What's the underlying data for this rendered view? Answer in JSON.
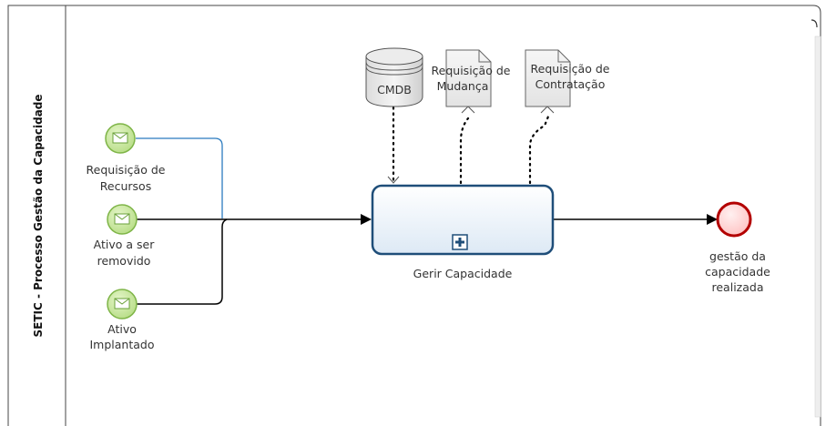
{
  "pool": {
    "label": "SETIC - Processo Gestão da Capacidade"
  },
  "start_events": [
    {
      "id": "ev-requisicao",
      "lines": [
        "Requisição de",
        "Recursos"
      ]
    },
    {
      "id": "ev-ativo-remover",
      "lines": [
        "Ativo a ser",
        "removido"
      ]
    },
    {
      "id": "ev-ativo-implantado",
      "lines": [
        "Ativo",
        "Implantado"
      ]
    }
  ],
  "data_store": {
    "label": "CMDB"
  },
  "documents": [
    {
      "id": "doc-mudanca",
      "lines": [
        "Requisição de",
        "Mudança"
      ]
    },
    {
      "id": "doc-contratacao",
      "lines": [
        "Requisição de",
        "Contratação"
      ]
    }
  ],
  "task": {
    "label": "Gerir Capacidade",
    "marker": "+"
  },
  "end_event": {
    "lines": [
      "gestão da",
      "capacidade",
      "realizada"
    ]
  },
  "colors": {
    "start_event_fill": "#c8e6a0",
    "start_event_stroke": "#7fb548",
    "task_stroke": "#1f4e79",
    "task_fill_top": "#ffffff",
    "task_fill_bottom": "#dde9f5",
    "end_event_fill": "#ffd9d9",
    "end_event_stroke": "#b30000",
    "selected_flow": "#2b7bbf"
  }
}
